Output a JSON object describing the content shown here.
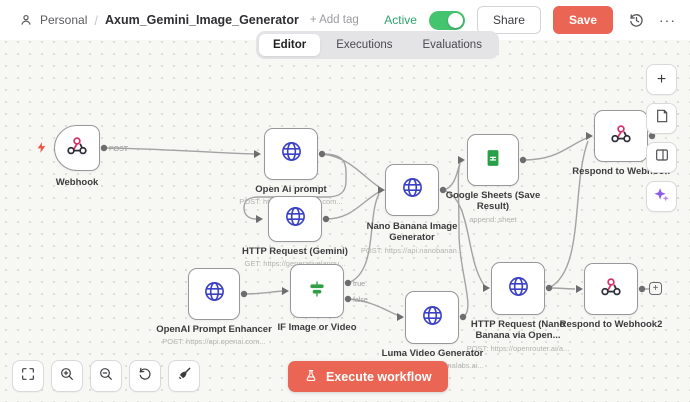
{
  "header": {
    "workspace": "Personal",
    "separator": "/",
    "workflow_name": "Axum_Gemini_Image_Generator",
    "add_tag": "+ Add tag",
    "active_label": "Active",
    "share_label": "Share",
    "save_label": "Save",
    "more_label": "···"
  },
  "tabs": [
    {
      "label": "Editor",
      "active": true
    },
    {
      "label": "Executions",
      "active": false
    },
    {
      "label": "Evaluations",
      "active": false
    }
  ],
  "nodes": [
    {
      "id": "webhook",
      "label": "Webhook",
      "subtitle": "",
      "icon": "webhook-icon"
    },
    {
      "id": "open-ai-prompt",
      "label": "Open Ai prompt",
      "subtitle": "POST: https://api.openai.com...",
      "icon": "globe-icon"
    },
    {
      "id": "http-request-gemini",
      "label": "HTTP Request (Gemini)",
      "subtitle": "GET: https://generativelangu...",
      "icon": "globe-icon"
    },
    {
      "id": "nano-banana-image-generator",
      "label": "Nano Banana Image Generator",
      "subtitle": "POST: https://api.nanobanan...",
      "icon": "globe-icon"
    },
    {
      "id": "google-sheets-save-result",
      "label": "Google Sheets (Save Result)",
      "subtitle": "append: sheet",
      "icon": "sheets-icon"
    },
    {
      "id": "respond-to-webhook",
      "label": "Respond to Webhook",
      "subtitle": "",
      "icon": "respond-webhook-icon"
    },
    {
      "id": "openai-prompt-enhancer",
      "label": "OpenAI Prompt Enhancer",
      "subtitle": "POST: https://api.openai.com...",
      "icon": "globe-icon"
    },
    {
      "id": "if-image-or-video",
      "label": "IF Image or Video",
      "subtitle": "",
      "icon": "filter-icon"
    },
    {
      "id": "luma-video-generator",
      "label": "Luma Video Generator",
      "subtitle": "POST: https://api.lumalabs.ai...",
      "icon": "globe-icon"
    },
    {
      "id": "http-request-nano-banana",
      "label": "HTTP Request (Nano Banana via Open...",
      "subtitle": "POST: https://openrouter.ai/a...",
      "icon": "globe-icon"
    },
    {
      "id": "respond-to-webhook2",
      "label": "Respond to Webhook2",
      "subtitle": "",
      "icon": "respond-webhook-icon"
    }
  ],
  "edge_labels": {
    "webhook_output": "POST",
    "if_true": "true",
    "if_false": "false"
  },
  "canvas_toolbar": {
    "execute_label": "Execute workflow"
  },
  "colors": {
    "accent": "#ea6554",
    "active_green": "#2fa36b",
    "toggle_green": "#45c46f",
    "node_blue": "#3b41c5",
    "sheets_green": "#27a047",
    "if_green": "#2f9e44",
    "webhook_pink": "#d6306a",
    "assistant_purple": "#8d5bf0"
  }
}
